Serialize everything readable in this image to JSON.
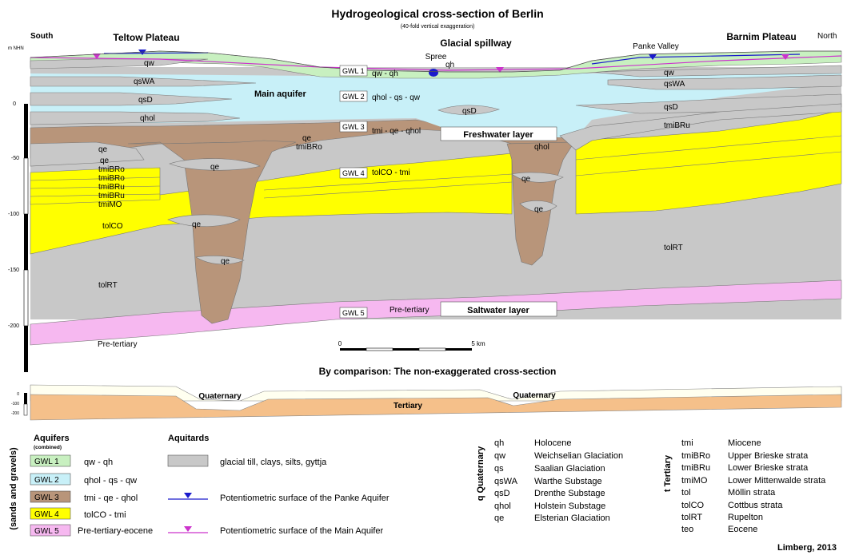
{
  "title": "Hydrogeological cross-section of Berlin",
  "subtitle": "(40-fold vertical exaggeration)",
  "directions": {
    "south": "South",
    "north": "North"
  },
  "regions": {
    "teltow": "Teltow Plateau",
    "spillway": "Glacial spillway",
    "barnim": "Barnim Plateau",
    "spree": "Spree",
    "panke": "Panke Valley"
  },
  "axis": {
    "unit": "m NHN",
    "ticks": [
      "0",
      "-50",
      "-100",
      "-150",
      "-200"
    ]
  },
  "labels": {
    "main_aquifer": "Main aquifer",
    "freshwater": "Freshwater layer",
    "saltwater": "Saltwater layer",
    "pre_tertiary": "Pre-tertiary",
    "qw": "qw",
    "qh": "qh",
    "qsWA": "qsWA",
    "qsD": "qsD",
    "qhol": "qhol",
    "qe": "qe",
    "tmiBRo": "tmiBRo",
    "tmiBRu": "tmiBRu",
    "tmiMO": "tmiMO",
    "tolCO": "tolCO",
    "tolRT": "tolRT"
  },
  "gwl_tags": [
    {
      "tag": "GWL 1",
      "text": "qw - qh"
    },
    {
      "tag": "GWL 2",
      "text": "qhol - qs - qw"
    },
    {
      "tag": "GWL 3",
      "text": "tmi - qe - qhol"
    },
    {
      "tag": "GWL 4",
      "text": "tolCO - tmi"
    },
    {
      "tag": "GWL 5",
      "text": "Pre-tertiary"
    }
  ],
  "scale_bar": {
    "start": "0",
    "end": "5 km"
  },
  "comparison": {
    "title": "By comparison: The non-exaggerated cross-section",
    "quaternary": "Quaternary",
    "tertiary": "Tertiary",
    "ticks": [
      "0",
      "-100",
      "-200"
    ]
  },
  "legend": {
    "side_label": "(sands and gravels)",
    "aquifers_title": "Aquifers",
    "aquifers_sub": "(combined)",
    "aquifers": [
      {
        "tag": "GWL 1",
        "text": "qw - qh",
        "color": "#c8f0c0"
      },
      {
        "tag": "GWL 2",
        "text": "qhol - qs - qw",
        "color": "#c8f0f8"
      },
      {
        "tag": "GWL 3",
        "text": "tmi - qe - qhol",
        "color": "#b8957a"
      },
      {
        "tag": "GWL 4",
        "text": "tolCO - tmi",
        "color": "#ffff00"
      },
      {
        "tag": "GWL 5",
        "text": "Pre-tertiary-eocene",
        "color": "#f6b8f0"
      }
    ],
    "aquitards_title": "Aquitards",
    "aquitards_text": "glacial till, clays, silts, gyttja",
    "panke_text": "Potentiometric surface of the Panke Aquifer",
    "main_text": "Potentiometric surface of the Main Aquifer"
  },
  "glossary": {
    "quaternary_title": "q Quaternary",
    "tertiary_title": "t Tertiary",
    "quaternary": [
      {
        "code": "qh",
        "name": "Holocene"
      },
      {
        "code": "qw",
        "name": "Weichselian Glaciation"
      },
      {
        "code": "qs",
        "name": "Saalian Glaciation"
      },
      {
        "code": "qsWA",
        "name": "Warthe Substage"
      },
      {
        "code": "qsD",
        "name": "Drenthe Substage"
      },
      {
        "code": "qhol",
        "name": "Holstein Substage"
      },
      {
        "code": "qe",
        "name": "Elsterian Glaciation"
      }
    ],
    "tertiary": [
      {
        "code": "tmi",
        "name": "Miocene"
      },
      {
        "code": "tmiBRo",
        "name": "Upper Brieske strata"
      },
      {
        "code": "tmiBRu",
        "name": "Lower Brieske strata"
      },
      {
        "code": "tmiMO",
        "name": "Lower Mittenwalde strata"
      },
      {
        "code": "tol",
        "name": "Möllin strata"
      },
      {
        "code": "tolCO",
        "name": "Cottbus strata"
      },
      {
        "code": "tolRT",
        "name": "Rupelton"
      },
      {
        "code": "teo",
        "name": "Eocene"
      }
    ]
  },
  "credit": "Limberg, 2013",
  "colors": {
    "gwl1": "#c8f0c0",
    "gwl2": "#c8f0f8",
    "gwl3": "#b8957a",
    "gwl4": "#ffff00",
    "gwl5": "#f6b8f0",
    "aquitard": "#c8c8c8",
    "panke_line": "#1a1acc",
    "main_line": "#cc33cc",
    "quaternary_fill": "#fffff0",
    "tertiary_fill": "#f5c08a"
  }
}
